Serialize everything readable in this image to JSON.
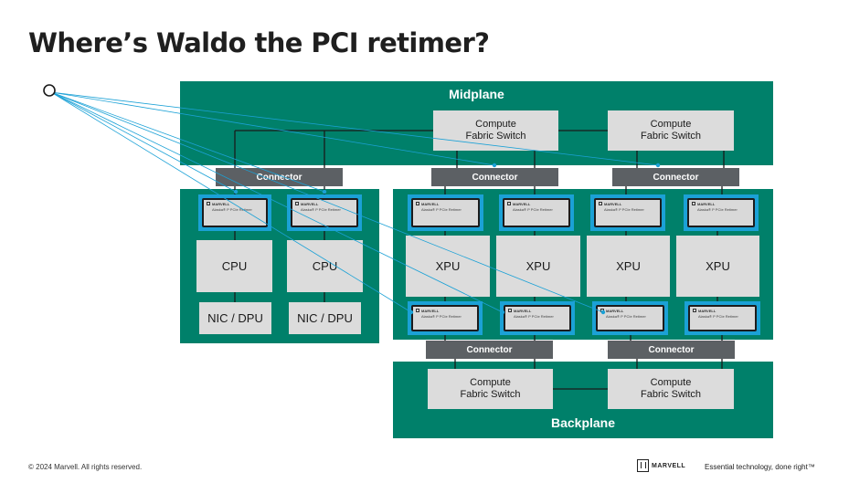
{
  "title": "Where’s Waldo the PCI retimer?",
  "midplane": {
    "label": "Midplane",
    "switches": [
      "Compute\nFabric Switch",
      "Compute\nFabric Switch"
    ]
  },
  "backplane": {
    "label": "Backplane",
    "switches": [
      "Compute\nFabric Switch",
      "Compute\nFabric Switch"
    ]
  },
  "connectors": [
    "Connector",
    "Connector",
    "Connector",
    "Connector",
    "Connector"
  ],
  "left_board": {
    "cpus": [
      "CPU",
      "CPU"
    ],
    "nics": [
      "NIC / DPU",
      "NIC / DPU"
    ]
  },
  "right_board": {
    "xpus": [
      "XPU",
      "XPU",
      "XPU",
      "XPU"
    ]
  },
  "retimer_chip": {
    "brand": "MARVELL",
    "name": "Alaska® P PCIe Retimer"
  },
  "colors": {
    "panel": "#00806a",
    "retimer_highlight": "#1ba1d6",
    "connector": "#5c6064",
    "box": "#dcdcdc",
    "pointer_lines": "#1ba1d6"
  },
  "footer": {
    "copyright": "© 2024 Marvell. All rights reserved.",
    "logo": "MARVELL",
    "tagline": "Essential technology, done right™"
  }
}
